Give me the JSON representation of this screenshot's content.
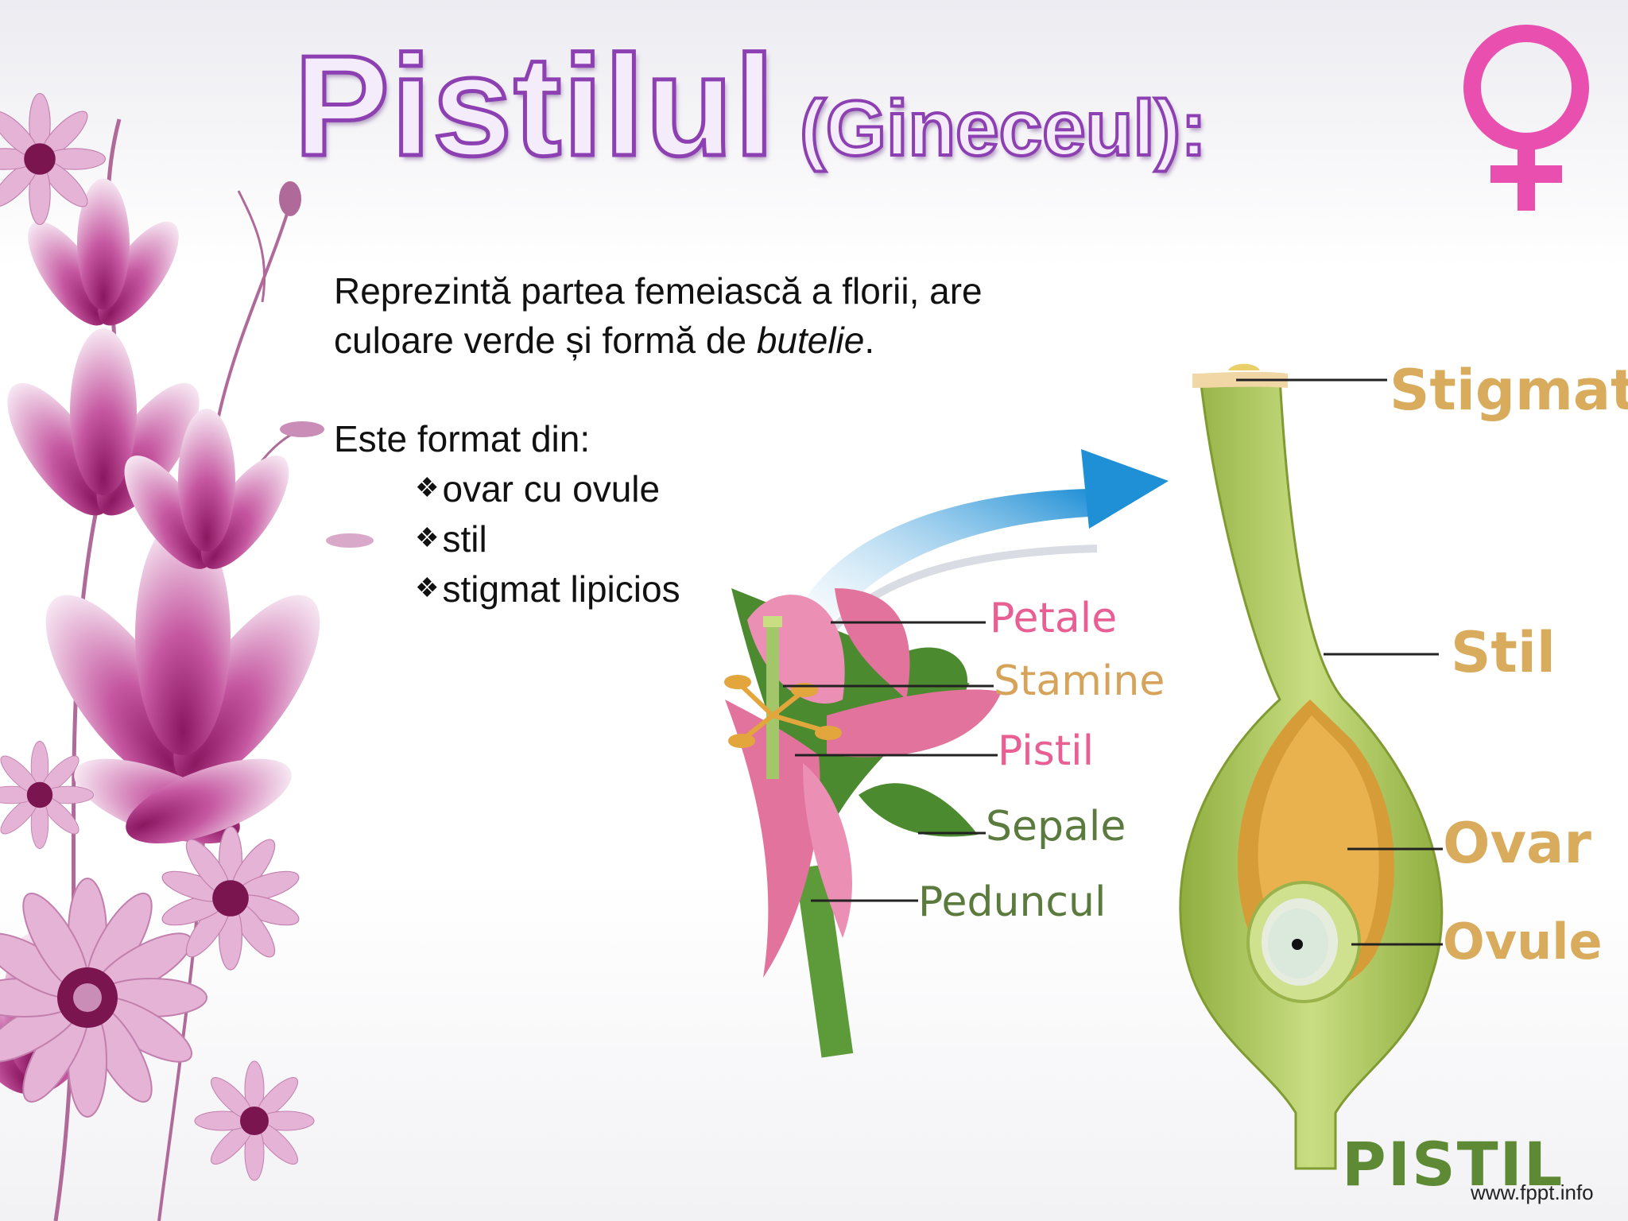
{
  "title": {
    "main": "Pistilul",
    "sub": "(Gineceul):"
  },
  "description": {
    "line1": "Reprezintă partea femeiască a florii, are",
    "line2_prefix": "culoare verde și formă de ",
    "line2_emphasis": "butelie",
    "line2_suffix": ".",
    "intro": "Este format din:",
    "bullet_symbol": "❖",
    "items": [
      "ovar cu ovule",
      "stil",
      "stigmat lipicios"
    ]
  },
  "flower_labels": {
    "petale": "Petale",
    "stamine": "Stamine",
    "pistil": "Pistil",
    "sepale": "Sepale",
    "peduncul": "Peduncul"
  },
  "pistil_labels": {
    "stigmat": "Stigmat",
    "stil": "Stil",
    "ovar": "Ovar",
    "ovule": "Ovule",
    "caption": "PISTIL"
  },
  "website": "www.fppt.info",
  "icons": {
    "female_symbol": "female-symbol-icon",
    "arrow": "arrow-icon"
  },
  "colors": {
    "title_outline": "#8d40b2",
    "female_symbol": "#e94fae",
    "flower_pink": "#e85f93",
    "label_gold": "#d8ac5c",
    "pistil_green": "#a9c45b"
  }
}
